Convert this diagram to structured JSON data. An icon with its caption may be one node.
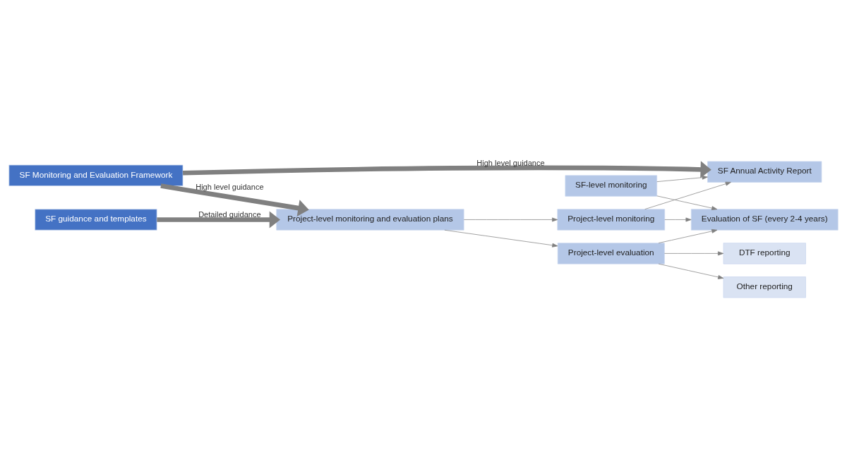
{
  "diagram": {
    "nodes": [
      {
        "text": [
          "SF-level monitoring"
        ]
      },
      {
        "text": [
          "SF Monitoring and Evaluation Framework"
        ]
      },
      {
        "text": [
          "SF Annual Activity Report"
        ]
      },
      {
        "text": [
          "Evaluation of SF (every 2-4 years)"
        ]
      },
      {
        "text": [
          "SF guidance and templates"
        ]
      },
      {
        "text": [
          "Project-level monitoring and evaluation plans"
        ]
      },
      {
        "text": [
          "Project-level monitoring"
        ]
      },
      {
        "text": [
          "Project-level evaluation"
        ]
      },
      {
        "text": [
          "DTF reporting"
        ]
      },
      {
        "text": [
          "Other reporting"
        ]
      }
    ],
    "edges": [
      {
        "from": 1,
        "to": 2,
        "arrow": "to",
        "style": "thick",
        "label": "High level guidance"
      },
      {
        "from": 1,
        "to": 5,
        "arrow": "to",
        "style": "thick",
        "label": "High level guidance"
      },
      {
        "from": 4,
        "to": 5,
        "arrow": "to",
        "style": "thick",
        "label": "Detailed guidance"
      },
      {
        "from": 0,
        "to": 2,
        "arrow": "to"
      },
      {
        "from": 0,
        "to": 3,
        "arrow": "to"
      },
      {
        "from": 5,
        "to": 6,
        "arrow": "to"
      },
      {
        "from": 5,
        "to": 7,
        "arrow": "to"
      },
      {
        "from": 6,
        "to": 2,
        "arrow": "to"
      },
      {
        "from": 6,
        "to": 3,
        "arrow": "to"
      },
      {
        "from": 7,
        "to": 3,
        "arrow": "to"
      },
      {
        "from": 7,
        "to": 8,
        "arrow": "to"
      },
      {
        "from": 7,
        "to": 9,
        "arrow": "to"
      }
    ]
  }
}
